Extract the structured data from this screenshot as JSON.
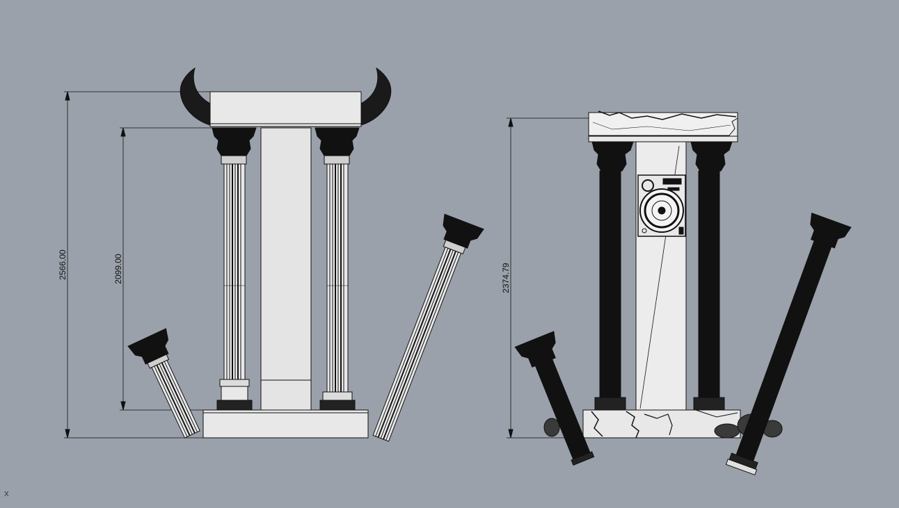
{
  "viewport": {
    "background": "#9aa1aa",
    "axis_indicator": "X"
  },
  "dimensions": {
    "left_total_height": "2566.00",
    "left_column_height": "2099.00",
    "right_total_height": "2374.79"
  },
  "colors": {
    "line": "#111111",
    "fill_light": "#e6e6e6",
    "fill_dark": "#111111"
  }
}
